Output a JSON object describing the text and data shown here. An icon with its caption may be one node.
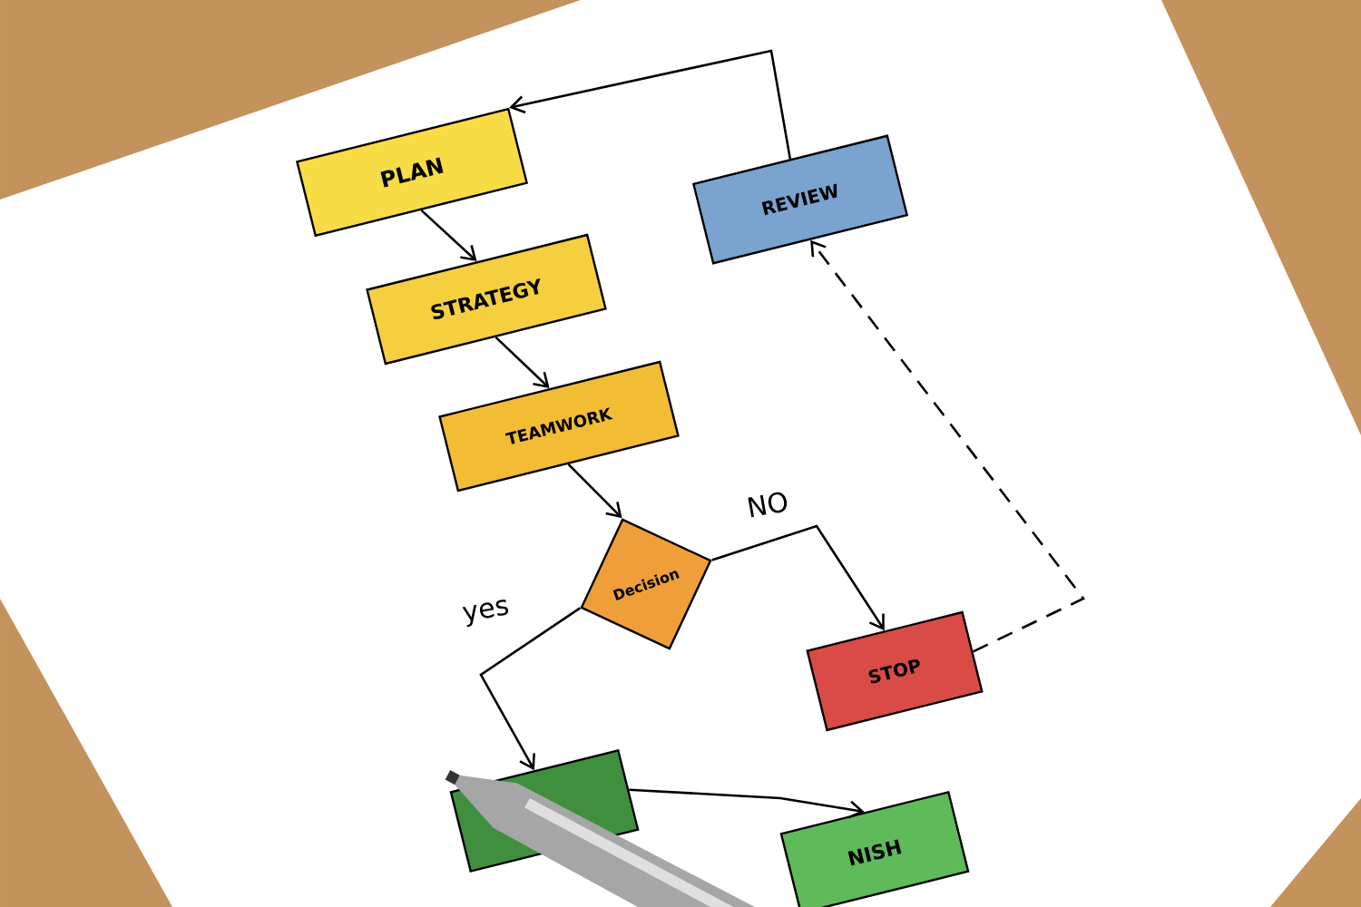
{
  "diagram": {
    "nodes": [
      {
        "text": [
          "PLAN"
        ]
      },
      {
        "text": [
          "STRATEGY"
        ]
      },
      {
        "text": [
          "TEAMWORK"
        ]
      },
      {
        "text": [
          "Decision"
        ]
      },
      {
        "text": [
          "STOP"
        ]
      },
      {
        "text": [
          "REVIEW"
        ]
      },
      {
        "text": [],
        "shape": "box"
      },
      {
        "text": [
          "NISH"
        ]
      }
    ],
    "edges": [
      {
        "from": 0,
        "to": 1,
        "arrow": "to"
      },
      {
        "from": 1,
        "to": 2,
        "arrow": "to"
      },
      {
        "from": 2,
        "to": 3,
        "arrow": "to"
      },
      {
        "from": 3,
        "to": 4,
        "arrow": "to",
        "label": "NO"
      },
      {
        "from": 3,
        "to": 6,
        "arrow": "to",
        "label": "yes"
      },
      {
        "from": 6,
        "to": 7,
        "arrow": "to"
      },
      {
        "from": 4,
        "to": 5,
        "arrow": "to",
        "style": "dashed"
      },
      {
        "from": 5,
        "to": 0,
        "arrow": "to"
      }
    ]
  }
}
